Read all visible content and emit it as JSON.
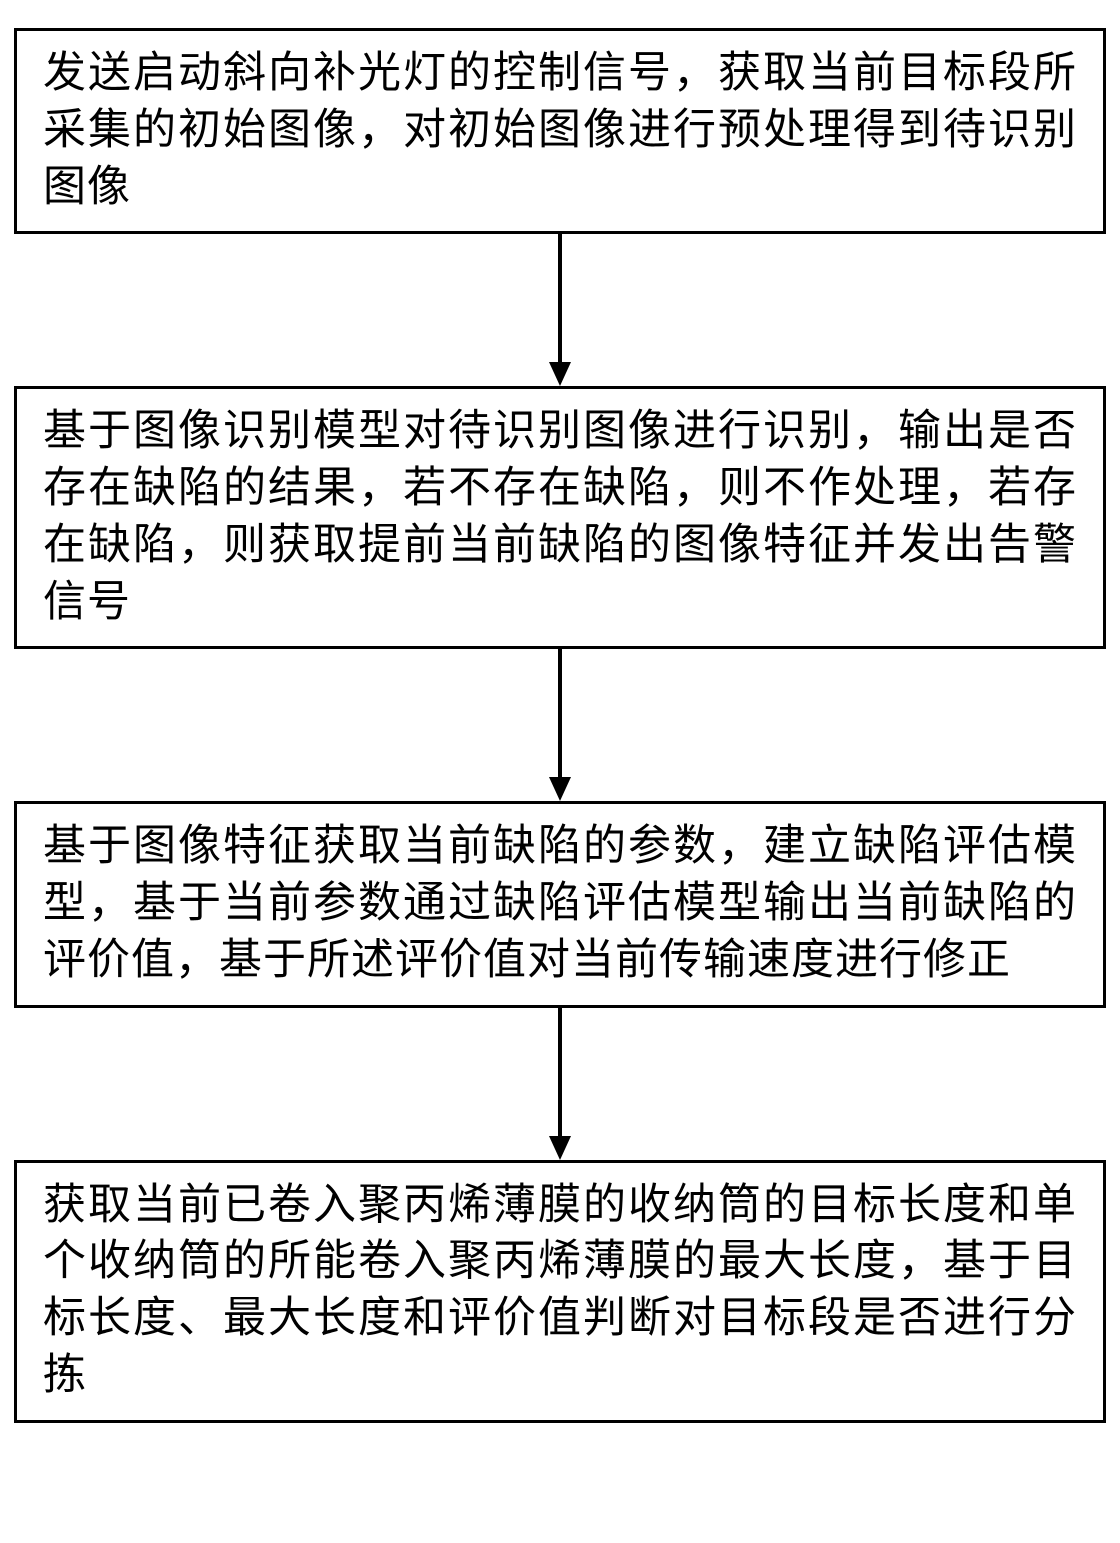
{
  "diagram": {
    "type": "flowchart",
    "direction": "top-to-bottom",
    "box_border_color": "#000000",
    "box_fill_color": "#ffffff",
    "text_color": "#000000",
    "steps": [
      {
        "id": "step-1",
        "text": "发送启动斜向补光灯的控制信号，获取当前目标段所采集的初始图像，对初始图像进行预处理得到待识别图像"
      },
      {
        "id": "step-2",
        "text": "基于图像识别模型对待识别图像进行识别，输出是否存在缺陷的结果，若不存在缺陷，则不作处理，若存在缺陷，则获取提前当前缺陷的图像特征并发出告警信号"
      },
      {
        "id": "step-3",
        "text": "基于图像特征获取当前缺陷的参数，建立缺陷评估模型，基于当前参数通过缺陷评估模型输出当前缺陷的评价值，基于所述评价值对当前传输速度进行修正"
      },
      {
        "id": "step-4",
        "text": "获取当前已卷入聚丙烯薄膜的收纳筒的目标长度和单个收纳筒的所能卷入聚丙烯薄膜的最大长度，基于目标长度、最大长度和评价值判断对目标段是否进行分拣"
      }
    ]
  }
}
